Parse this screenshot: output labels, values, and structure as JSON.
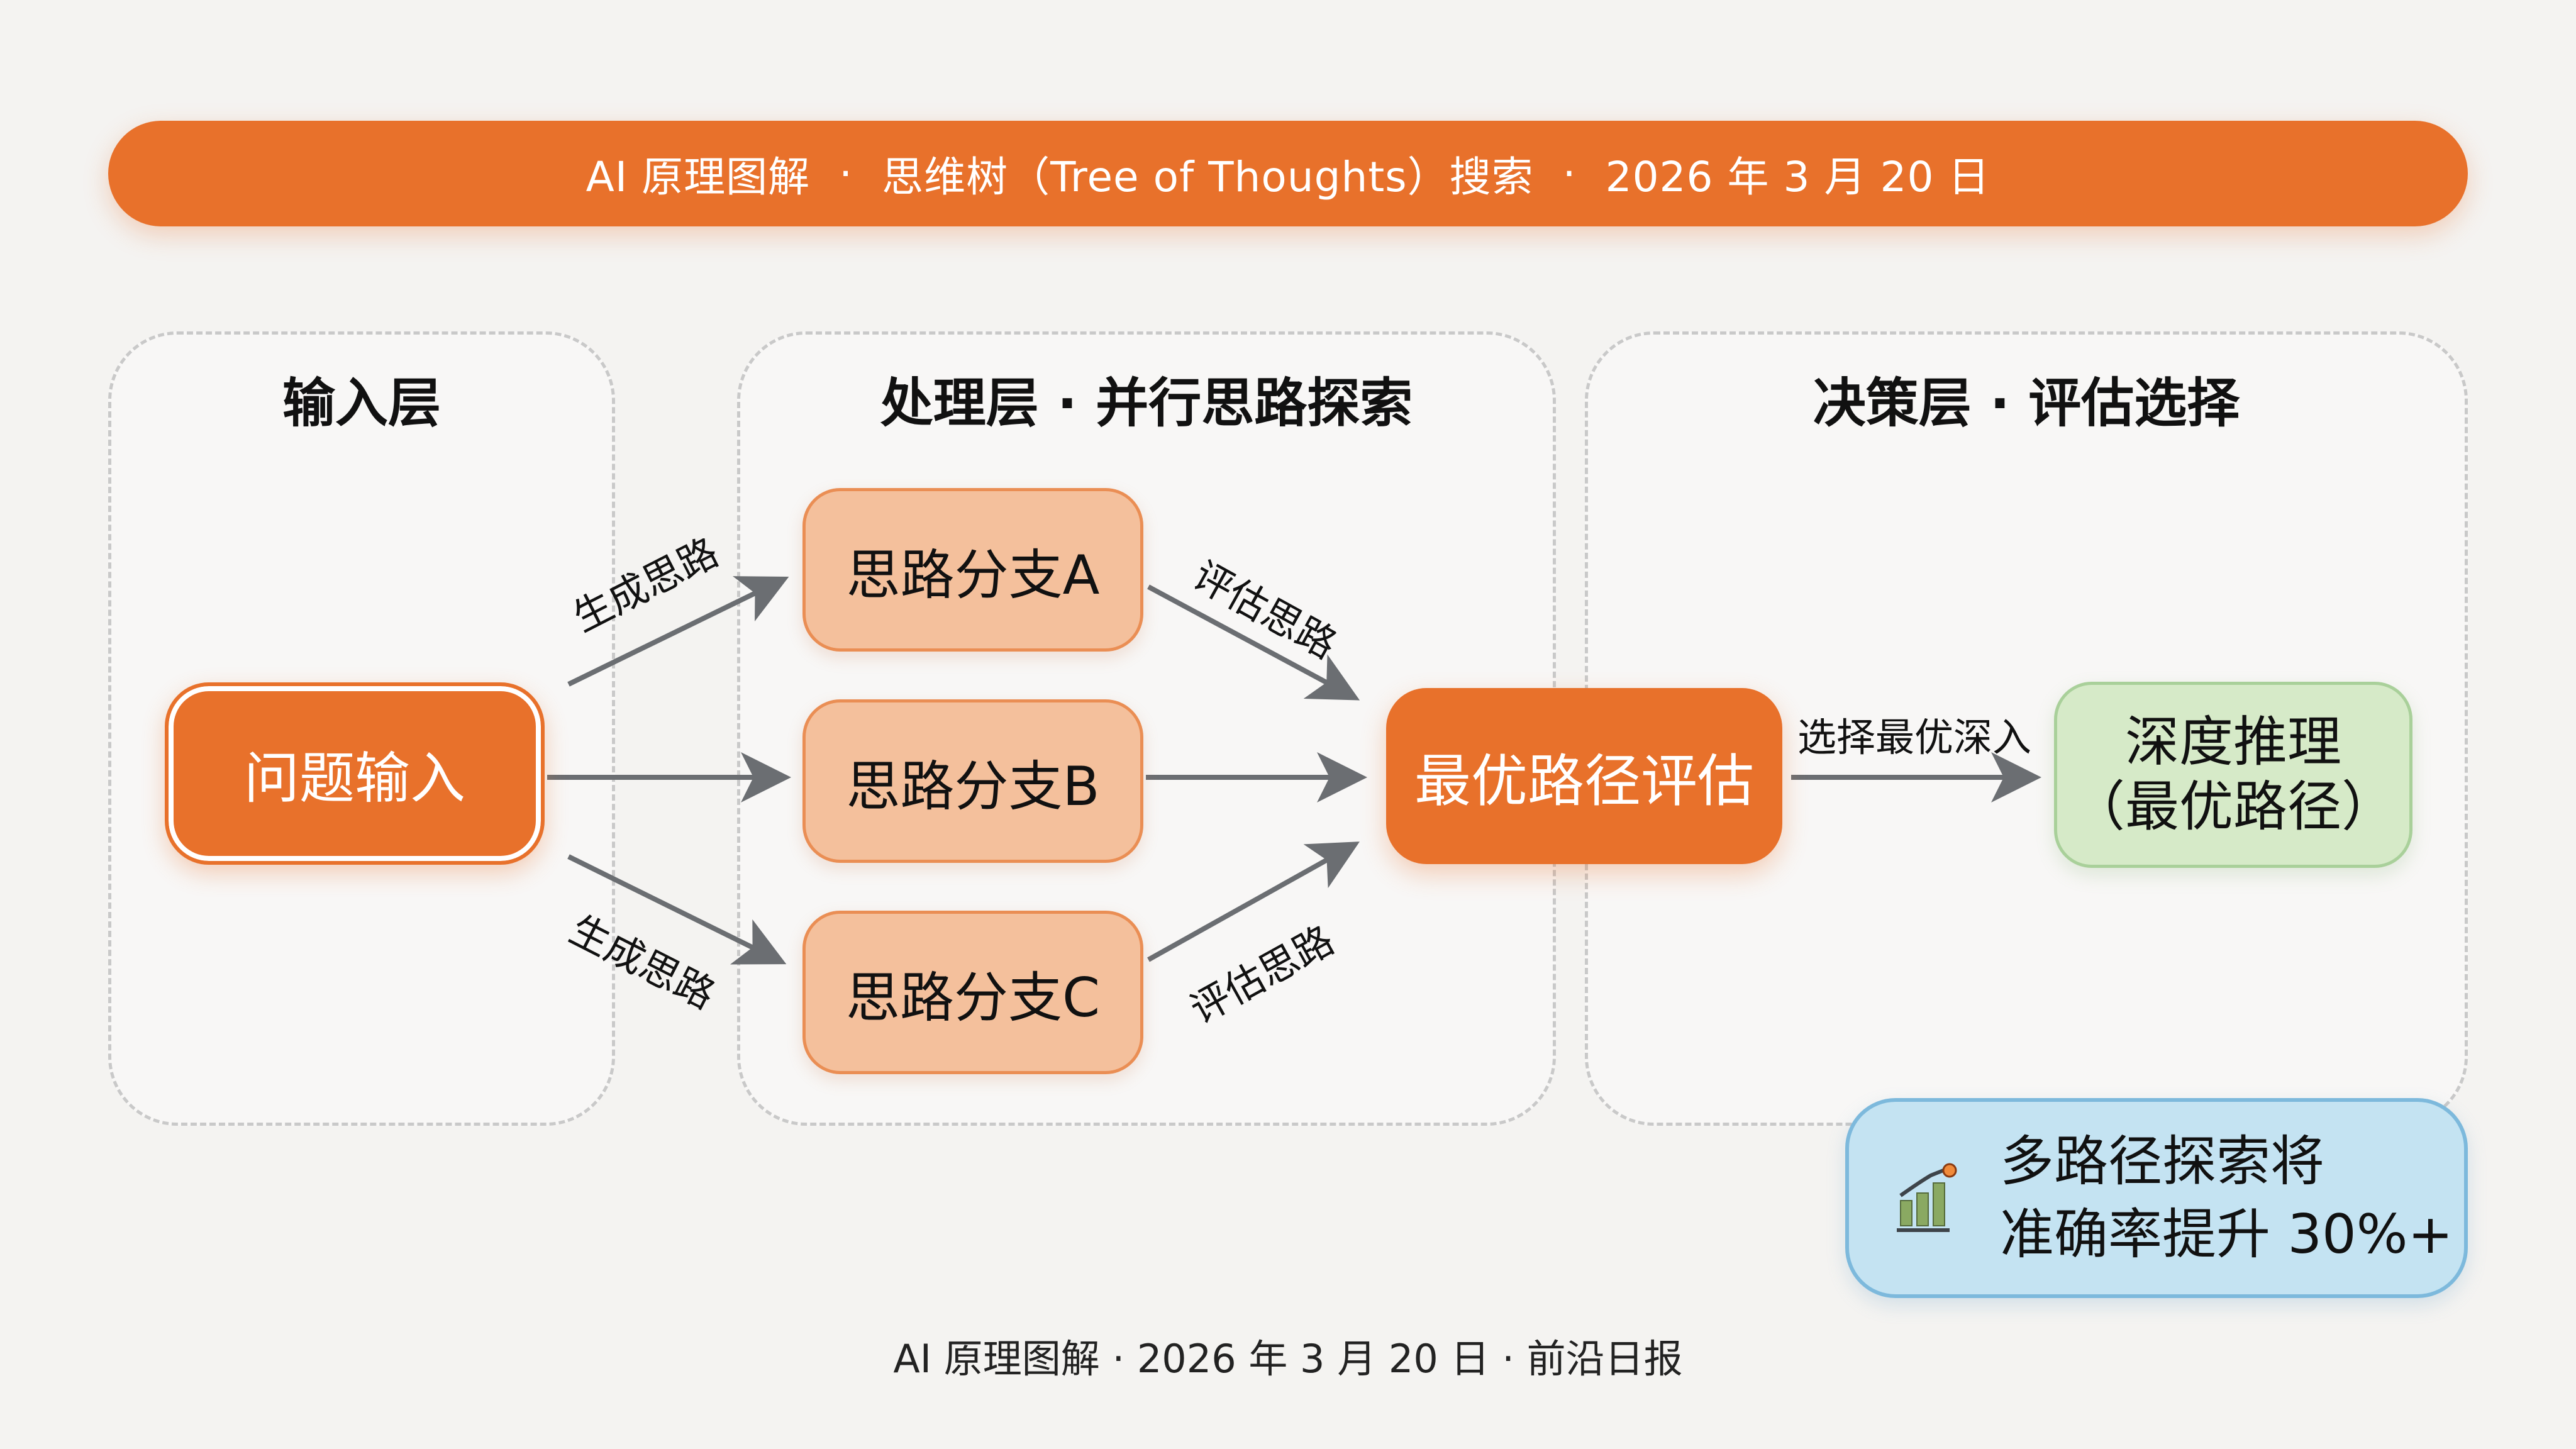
{
  "header": {
    "series": "AI 原理图解",
    "topic": "思维树（Tree of Thoughts）搜索",
    "date": "2026 年 3 月 20 日",
    "separator": "·"
  },
  "panels": [
    {
      "title": "输入层"
    },
    {
      "title": "处理层 · 并行思路探索"
    },
    {
      "title": "决策层 · 评估选择"
    }
  ],
  "nodes": {
    "input": "问题输入",
    "branches": [
      "思路分支A",
      "思路分支B",
      "思路分支C"
    ],
    "evaluate": "最优路径评估",
    "deep": {
      "line1": "深度推理",
      "line2": "（最优路径）"
    }
  },
  "edges": {
    "generate_top": "生成思路",
    "generate_bottom": "生成思路",
    "evaluate_top": "评估思路",
    "evaluate_bottom": "评估思路",
    "select": "选择最优深入"
  },
  "stat": {
    "icon": "bar-chart-growth-icon",
    "line1": "多路径探索将",
    "line2": "准确率提升 30%+"
  },
  "footer": {
    "text": "AI 原理图解 · 2026 年 3 月 20 日 · 前沿日报"
  },
  "colors": {
    "accent": "#e8712b",
    "branch_fill": "#f4c09c",
    "branch_border": "#ea8e54",
    "result_fill": "#d6eac8",
    "stat_fill": "#c4e3f2",
    "arrow": "#6b6e72",
    "background": "#f4f3f1"
  }
}
